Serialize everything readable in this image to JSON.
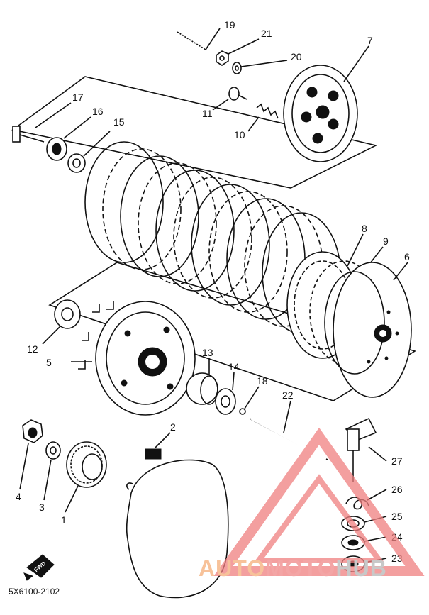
{
  "diagram": {
    "part_numbers": [
      "1",
      "2",
      "3",
      "4",
      "5",
      "6",
      "7",
      "8",
      "9",
      "10",
      "11",
      "12",
      "13",
      "14",
      "15",
      "16",
      "17",
      "18",
      "19",
      "20",
      "21",
      "22",
      "23",
      "24",
      "25",
      "26",
      "27"
    ],
    "fwd_label": "FWD",
    "diagram_code": "5X6100-2102"
  },
  "watermark": {
    "part1": "AUTO",
    "part2": "MOTO",
    "part3": "HUB",
    "colors": {
      "auto": "#f7c29a",
      "moto": "#f3a5a5",
      "hub": "#c8c8c8",
      "logo": "#f08080"
    }
  }
}
